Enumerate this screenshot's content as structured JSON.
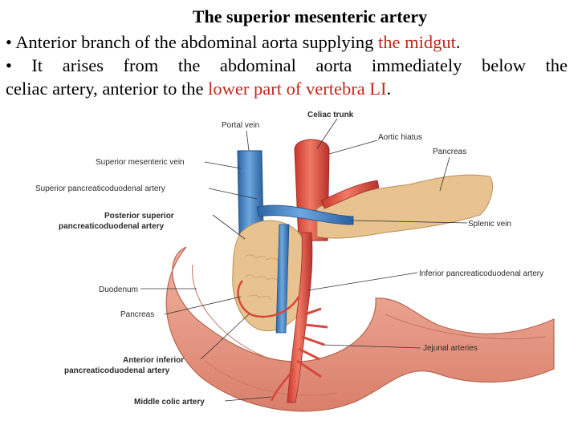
{
  "slide": {
    "title": "The superior mesenteric artery",
    "bullet1": {
      "prefix": "• Anterior branch of the abdominal aorta supplying ",
      "highlight": "the midgut",
      "suffix": "."
    },
    "bullet2": {
      "line1": "• It arises from the abdominal aorta immediately below the",
      "line2_prefix": "celiac artery, anterior to the ",
      "highlight": "lower part of vertebra LI",
      "suffix": "."
    }
  },
  "figure": {
    "labels": {
      "portal_vein": "Portal vein",
      "celiac_trunk": "Celiac trunk",
      "aortic_hiatus": "Aortic hiatus",
      "pancreas_top": "Pancreas",
      "superior_mesenteric_vein": "Superior mesenteric vein",
      "superior_pancreaticoduodenal_artery": "Superior pancreaticoduodenal artery",
      "posterior_superior_1": "Posterior superior",
      "posterior_superior_2": "pancreaticoduodenal artery",
      "splenic_vein": "Splenic vein",
      "inferior_pancreaticoduodenal_artery": "Inferior pancreaticoduodenal artery",
      "duodenum": "Duodenum",
      "pancreas_left": "Pancreas",
      "jejunal_arteries": "Jejunal arteries",
      "anterior_inferior_1": "Anterior inferior",
      "anterior_inferior_2": "pancreaticoduodenal artery",
      "middle_colic_artery": "Middle colic artery"
    }
  },
  "colors": {
    "highlight_red": "#c0281c",
    "artery": "#d9463a",
    "vein": "#3b7fc4",
    "pancreas": "#e8c38f",
    "duodenum": "#e9a08c"
  }
}
